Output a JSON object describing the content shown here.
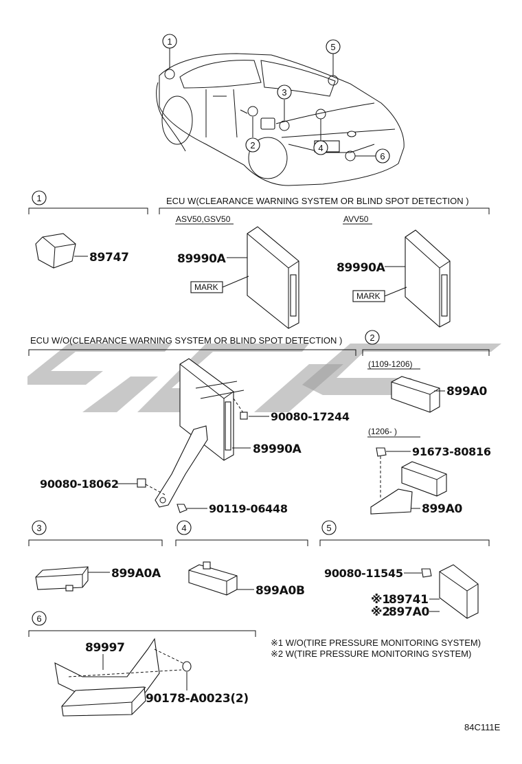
{
  "callouts": [
    "1",
    "2",
    "3",
    "4",
    "5",
    "6"
  ],
  "sections": {
    "ecu_w": {
      "header": "ECU  W(CLEARANCE WARNING SYSTEM OR BLIND SPOT DETECTION )",
      "variant_a": "ASV50,GSV50",
      "variant_b": "AVV50",
      "part_a": "89990A",
      "part_b": "89990A",
      "mark_a": "MARK",
      "mark_b": "MARK"
    },
    "ecu_wo": {
      "header": "ECU  W/O(CLEARANCE WARNING SYSTEM OR BLIND SPOT DETECTION )",
      "parts": [
        "90080-17244",
        "89990A",
        "90080-18062",
        "90119-06448"
      ]
    },
    "s1": {
      "part": "89747"
    },
    "s2": {
      "date_a": "(1109-1206)",
      "part_a": "899A0",
      "date_b": "(1206-      )",
      "bolt": "91673-80816",
      "part_b": "899A0"
    },
    "s3": {
      "part": "899A0A"
    },
    "s4": {
      "part": "899A0B"
    },
    "s5": {
      "bolt": "90080-11545",
      "part_1": "89741",
      "part_2": "897A0",
      "mark_1": "※1",
      "mark_2": "※2"
    },
    "s6": {
      "part": "89997",
      "clip": "90178-A0023(2)"
    }
  },
  "footnotes": [
    "※1 W/O(TIRE PRESSURE MONITORING SYSTEM)",
    "※2 W(TIRE PRESSURE MONITORING SYSTEM)"
  ],
  "diagram_code": "84C111E"
}
